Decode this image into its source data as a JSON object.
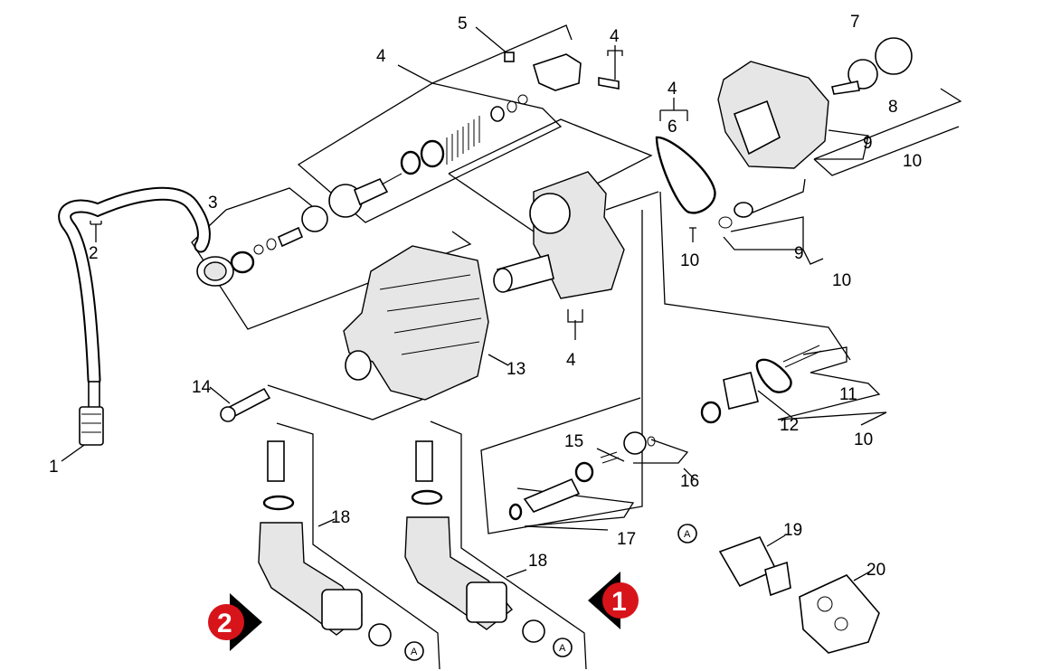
{
  "callouts": [
    "1",
    "2",
    "3",
    "4",
    "5",
    "6",
    "7",
    "8",
    "9",
    "10",
    "11",
    "12",
    "13",
    "14",
    "15",
    "16",
    "17",
    "18",
    "19",
    "20"
  ],
  "connector_letter": "A",
  "markers": {
    "one": "1",
    "two": "2"
  },
  "colors": {
    "marker_red": "#d7141a",
    "marker_arrow": "#000000",
    "ink": "#000000",
    "fill_light": "#e6e6e6"
  },
  "icons": [
    "pump-head-diagram",
    "red-circle-marker",
    "connector-a-symbol"
  ]
}
